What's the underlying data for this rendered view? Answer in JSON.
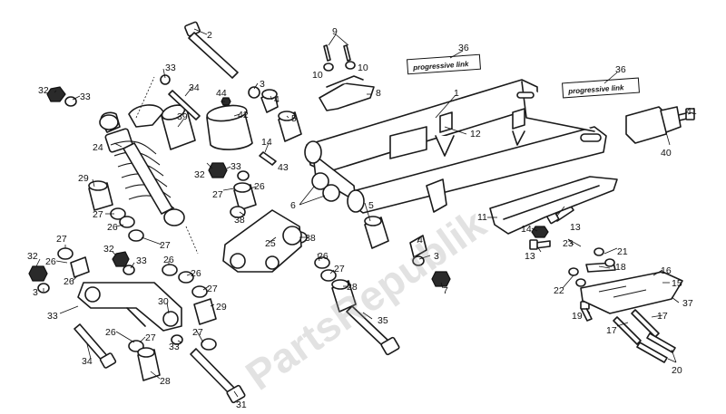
{
  "watermark": "PartsRepublik",
  "decal_text": "progressive link",
  "colors": {
    "line": "#1a1a1a",
    "background": "#ffffff",
    "watermark": "#969696"
  },
  "callouts": [
    "1",
    "2",
    "3",
    "4",
    "5",
    "6",
    "7",
    "8",
    "9",
    "10",
    "11",
    "12",
    "13",
    "14",
    "15",
    "16",
    "17",
    "18",
    "19",
    "20",
    "21",
    "22",
    "23",
    "24",
    "25",
    "26",
    "27",
    "28",
    "29",
    "30",
    "31",
    "32",
    "33",
    "34",
    "35",
    "36",
    "37",
    "38",
    "39",
    "40",
    "41",
    "42",
    "43",
    "44"
  ]
}
